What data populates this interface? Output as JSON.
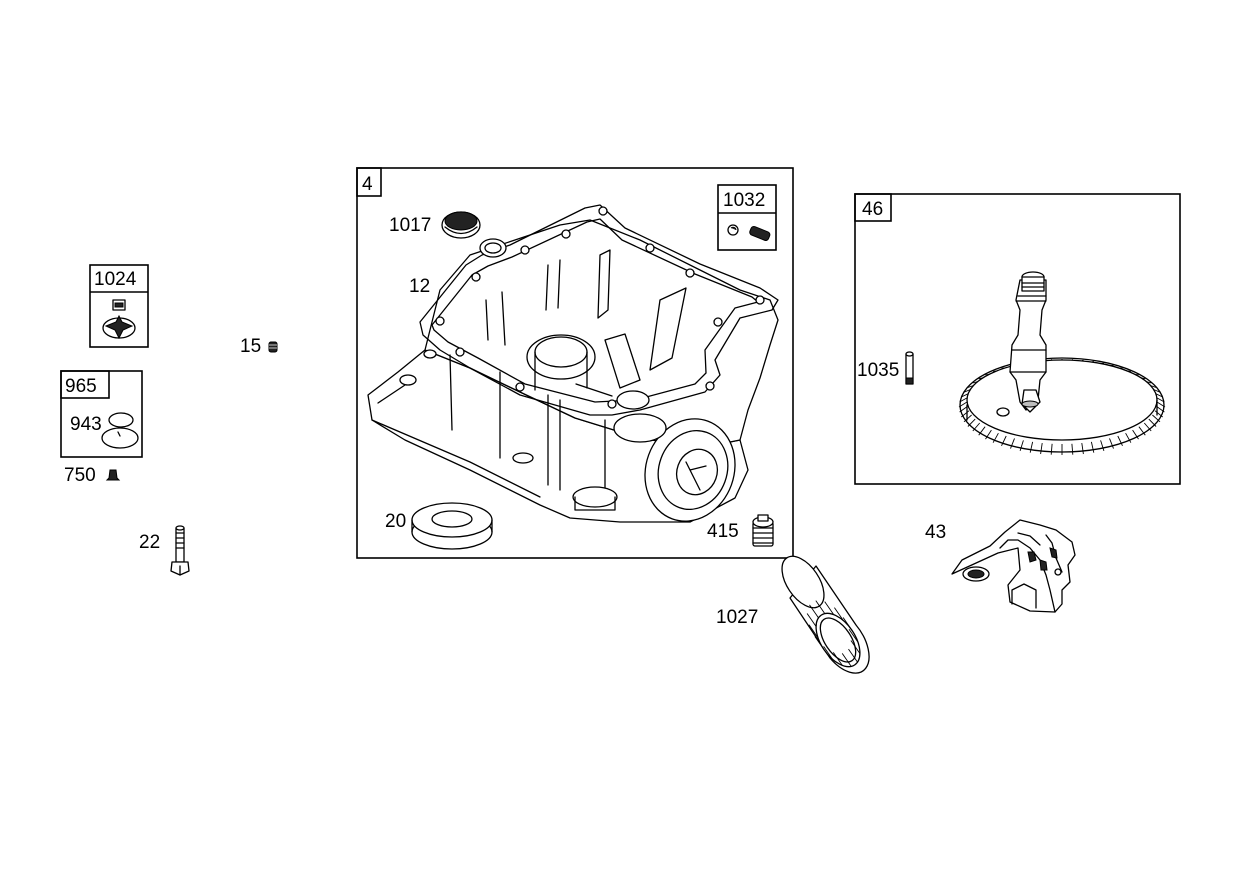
{
  "diagram": {
    "callouts": {
      "p4": "4",
      "p1032": "1032",
      "p1017": "1017",
      "p12": "12",
      "p20": "20",
      "p415": "415",
      "p46": "46",
      "p1035": "1035",
      "p43": "43",
      "p1027": "1027",
      "p1024": "1024",
      "p965": "965",
      "p943": "943",
      "p750": "750",
      "p15": "15",
      "p22": "22"
    }
  }
}
